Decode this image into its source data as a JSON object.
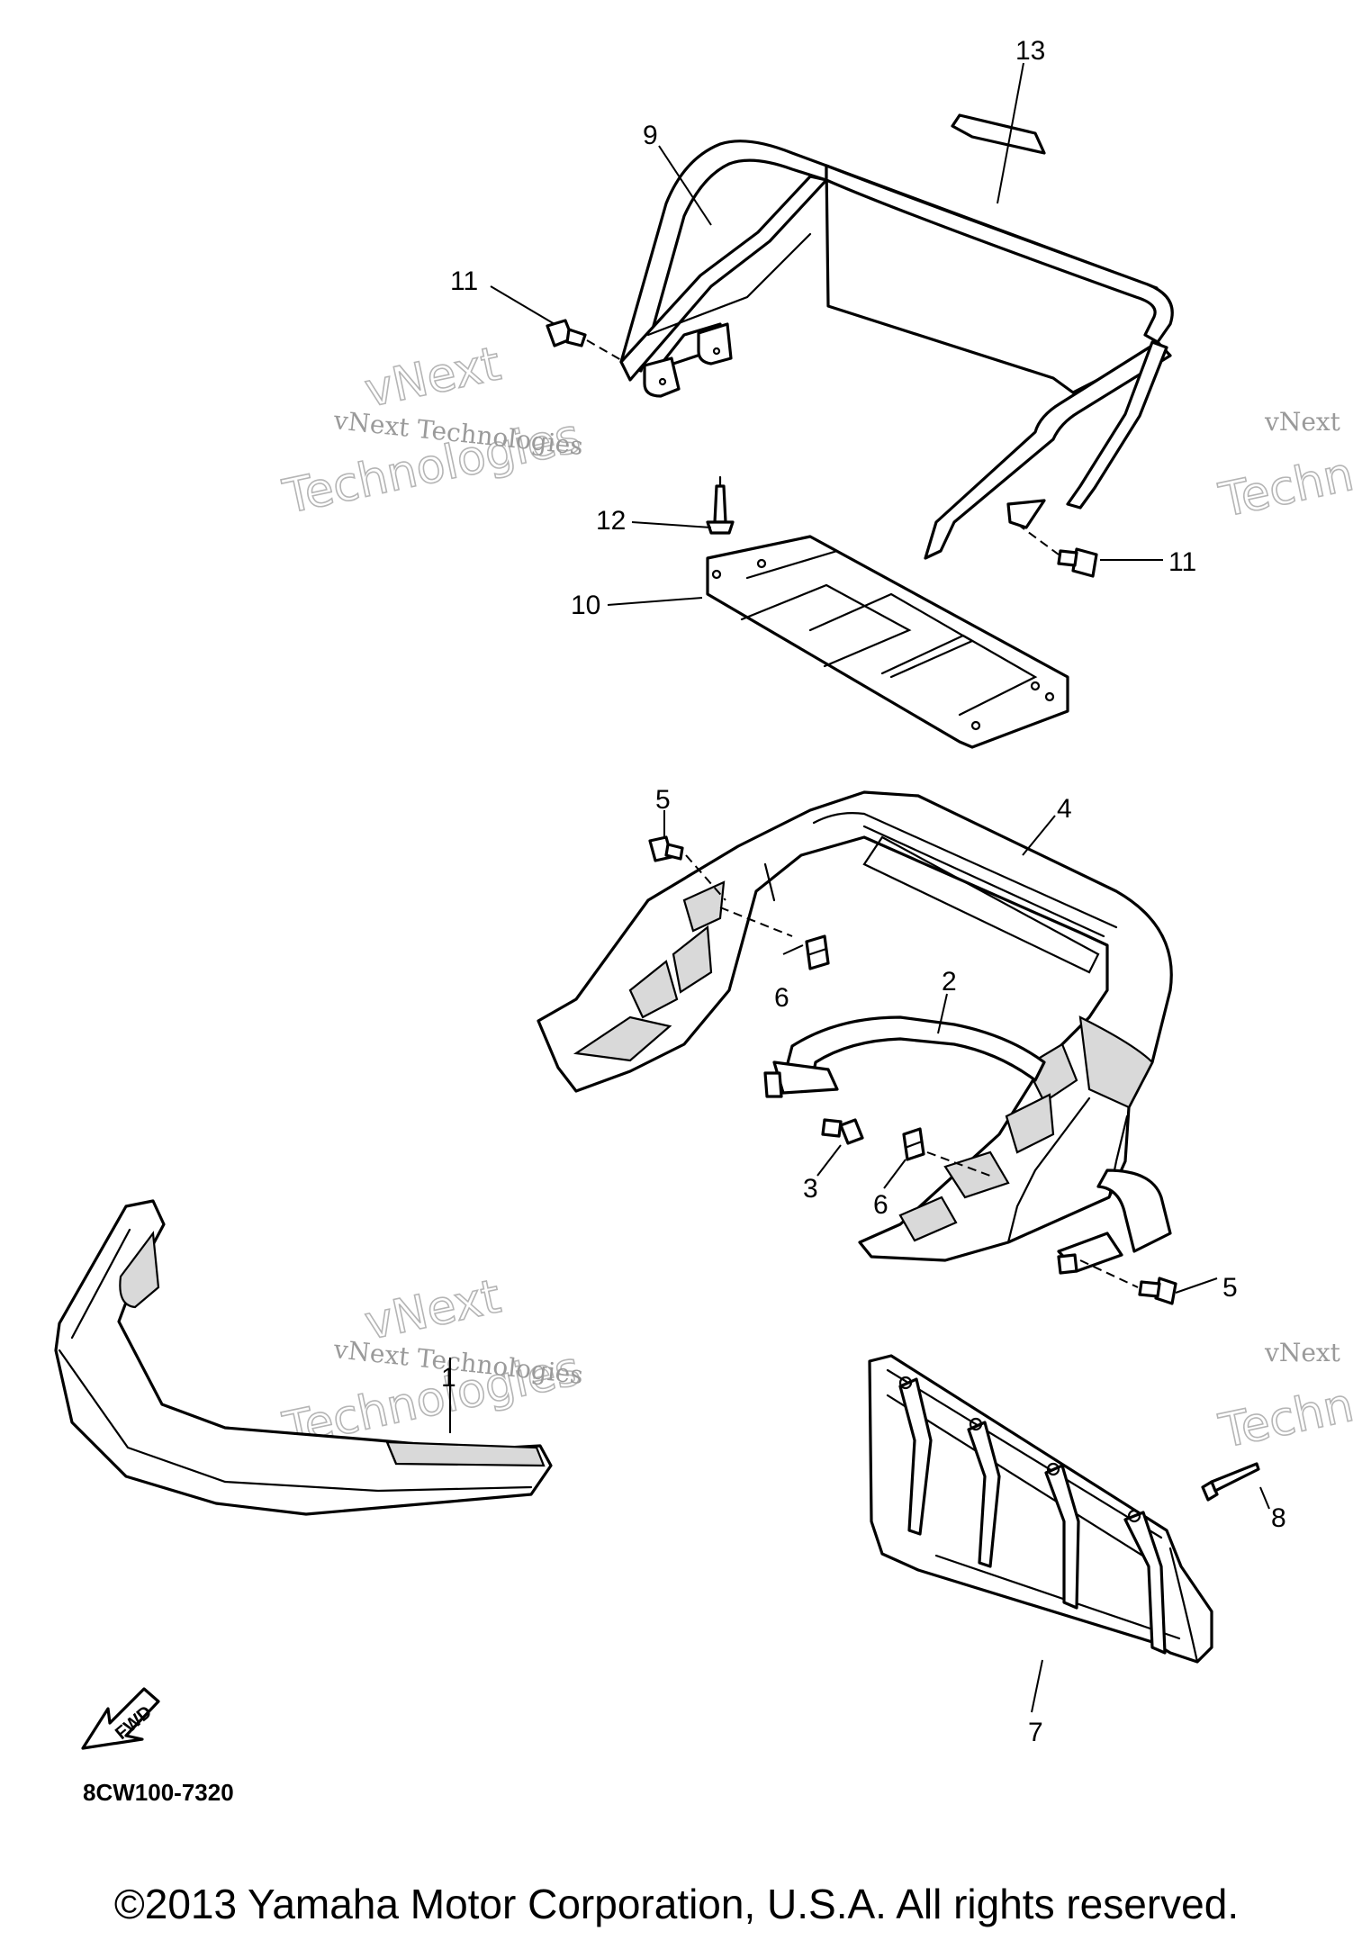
{
  "callouts": {
    "c1": "1",
    "c2": "2",
    "c3": "3",
    "c4": "4",
    "c5a": "5",
    "c5b": "5",
    "c6a": "6",
    "c6b": "6",
    "c7": "7",
    "c8": "8",
    "c9": "9",
    "c10": "10",
    "c11a": "11",
    "c11b": "11",
    "c12": "12",
    "c13": "13"
  },
  "watermark": {
    "line": "vNext Technologies",
    "big_1": "vNext",
    "big_2": "Technologies",
    "right_line": "vNext",
    "right_big": "Techn"
  },
  "fwd_label": "FWD",
  "drawing_code": "8CW100-7320",
  "copyright": "©2013 Yamaha Motor Corporation, U.S.A. All rights reserved.",
  "colors": {
    "line": "#000000",
    "background": "#ffffff",
    "watermark": "#9a9a9a"
  }
}
